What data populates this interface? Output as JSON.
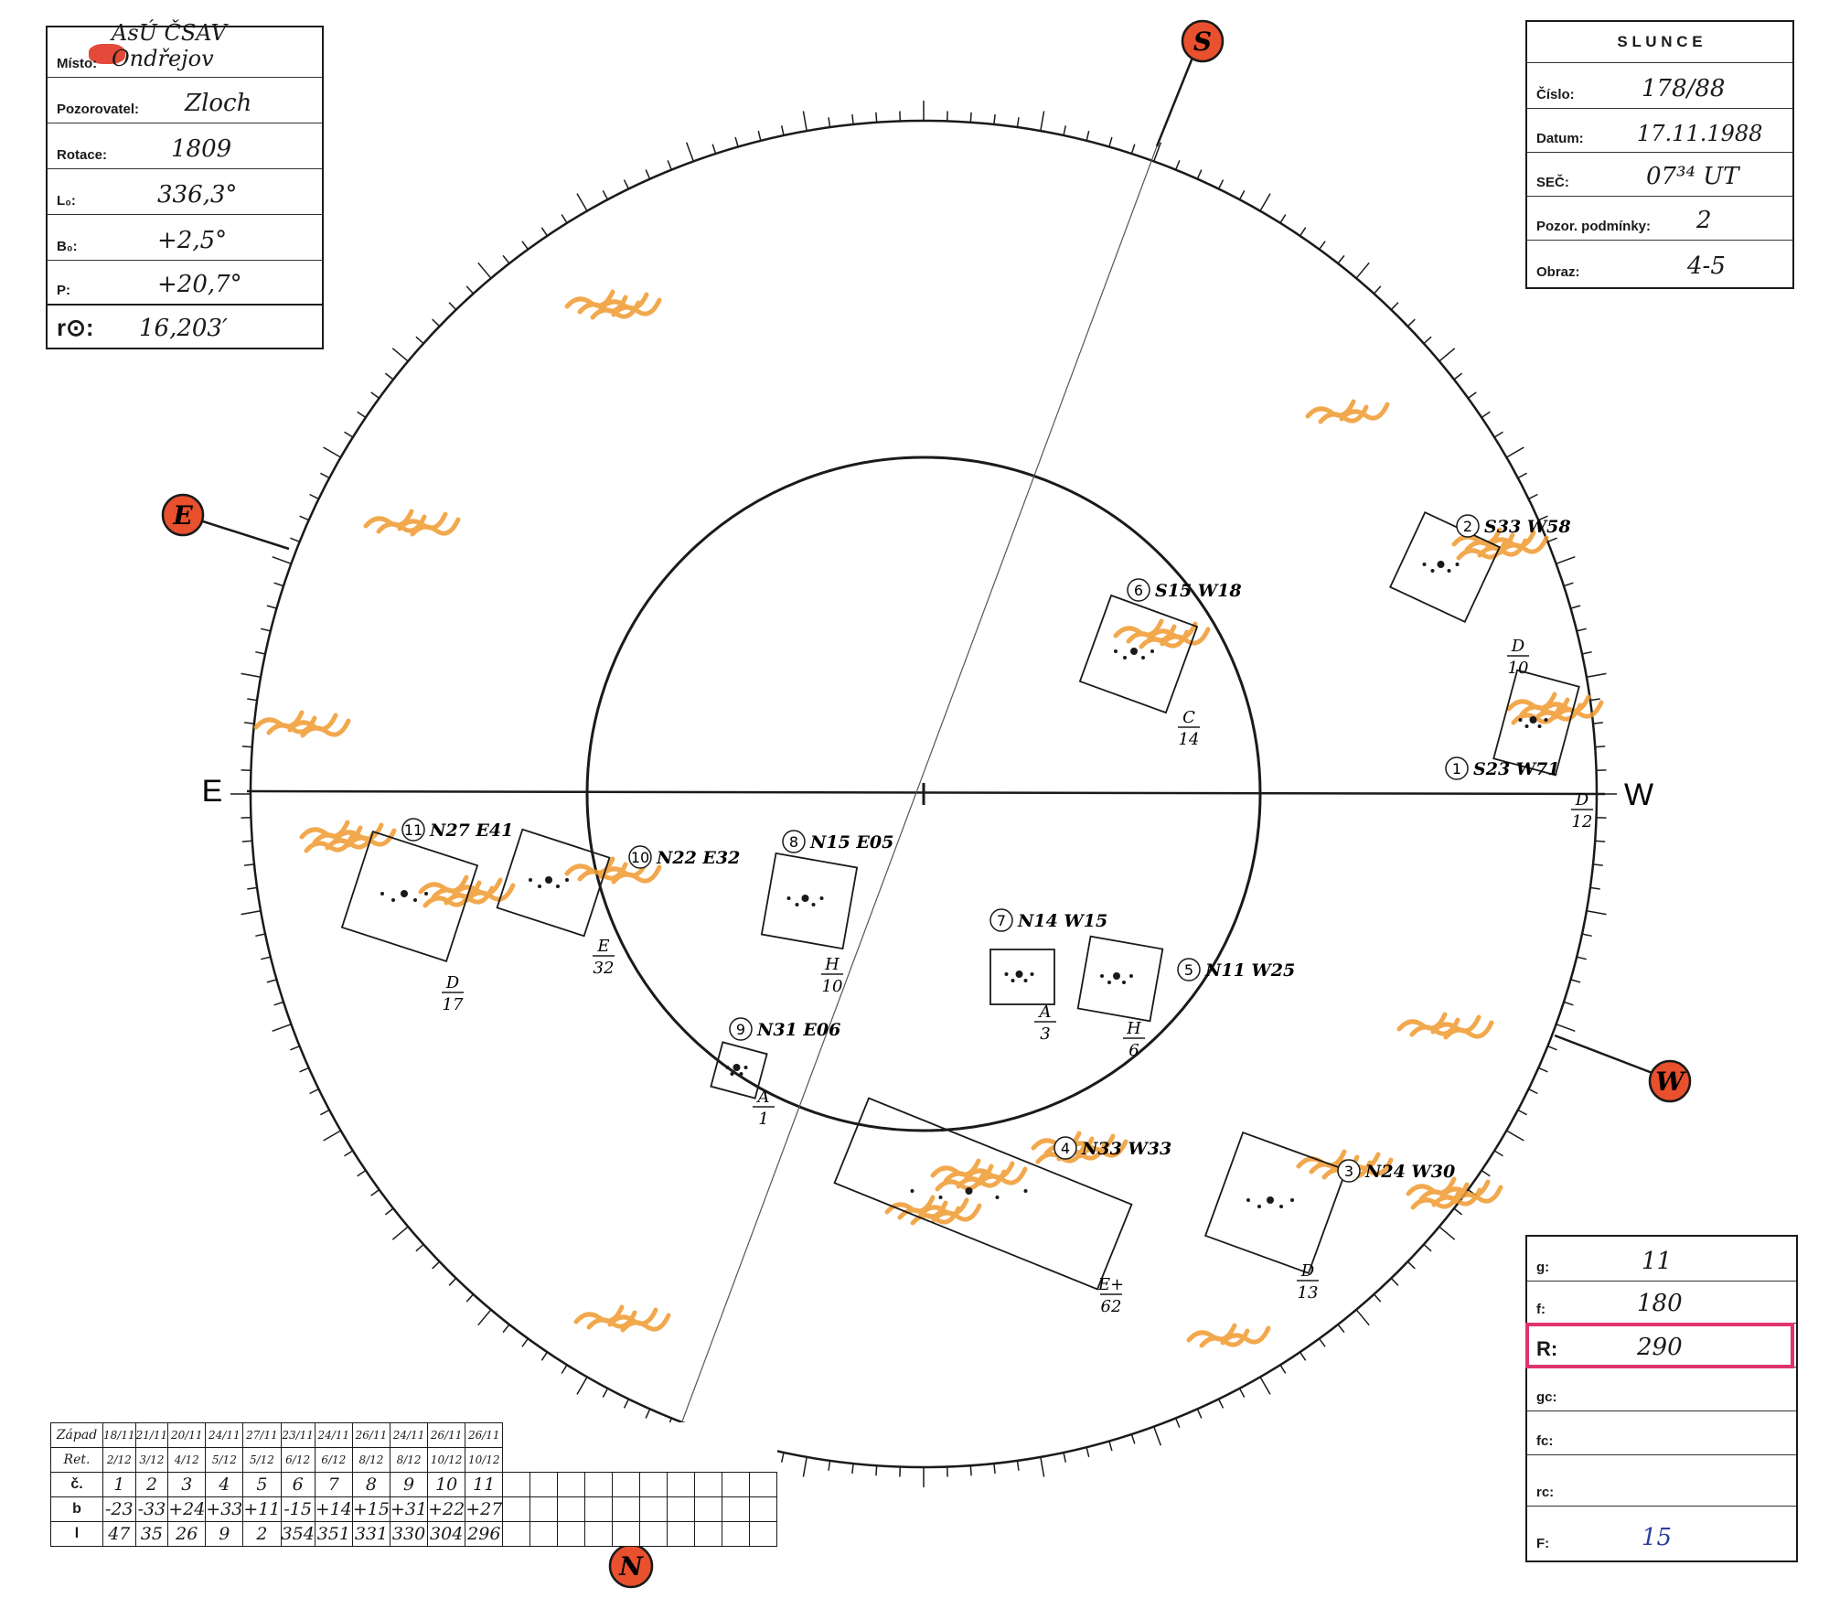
{
  "header_left": {
    "misto_label": "Místo:",
    "misto_value": "AsÚ ČSAV Ondřejov",
    "pozorovatel_label": "Pozorovatel:",
    "pozorovatel_value": "Zloch",
    "rotace_label": "Rotace:",
    "rotace_value": "1809",
    "l0_label": "L₀:",
    "l0_value": "336,3°",
    "b0_label": "B₀:",
    "b0_value": "+2,5°",
    "p_label": "P:",
    "p_value": "+20,7°",
    "r0_label": "r⊙:",
    "r0_value": "16,203′"
  },
  "header_right": {
    "title": "S L U N C E",
    "cislo_label": "Číslo:",
    "cislo_value": "178/88",
    "datum_label": "Datum:",
    "datum_value": "17.11.1988",
    "sec_label": "SEČ:",
    "sec_value": "07³⁴ UT",
    "pozor_label": "Pozor. podmínky:",
    "pozor_value": "2",
    "obraz_label": "Obraz:",
    "obraz_value": "4-5"
  },
  "stats": {
    "g_label": "g:",
    "g_value": "11",
    "f_label": "f:",
    "f_value": "180",
    "R_label": "R:",
    "R_value": "290",
    "gc_label": "gc:",
    "fc_label": "fc:",
    "rc_label": "rc:",
    "F_label": "F:",
    "F_value": "15",
    "highlight_color": "#e0336e"
  },
  "axes": {
    "east": "E",
    "west": "W"
  },
  "compass": {
    "S": "S",
    "E": "E",
    "W": "W",
    "N": "N",
    "color": "#e8502e"
  },
  "regions": [
    {
      "num": "1",
      "label": "S23 W71",
      "type": "D",
      "count": "12"
    },
    {
      "num": "2",
      "label": "S33 W58",
      "type": "D",
      "count": "10"
    },
    {
      "num": "3",
      "label": "N24 W30",
      "type": "D",
      "count": "13"
    },
    {
      "num": "4",
      "label": "N33 W33",
      "type": "E+",
      "count": "62"
    },
    {
      "num": "5",
      "label": "N11 W25",
      "type": "H",
      "count": "6"
    },
    {
      "num": "6",
      "label": "S15 W18",
      "type": "C",
      "count": "14"
    },
    {
      "num": "7",
      "label": "N14 W15",
      "type": "A",
      "count": "3"
    },
    {
      "num": "8",
      "label": "N15 E05",
      "type": "H",
      "count": "10"
    },
    {
      "num": "9",
      "label": "N31 E06",
      "type": "A",
      "count": "1"
    },
    {
      "num": "10",
      "label": "N22 E32",
      "type": "E",
      "count": "32"
    },
    {
      "num": "11",
      "label": "N27 E41",
      "type": "D",
      "count": "17"
    }
  ],
  "table": {
    "zapad_label": "Západ",
    "ret_label": "Ret.",
    "c_label": "č.",
    "b_label": "b",
    "l_label": "l",
    "zapad": [
      "18/11",
      "21/11",
      "20/11",
      "24/11",
      "27/11",
      "23/11",
      "24/11",
      "26/11",
      "24/11",
      "26/11",
      "26/11"
    ],
    "ret": [
      "2/12",
      "3/12",
      "4/12",
      "5/12",
      "5/12",
      "6/12",
      "6/12",
      "8/12",
      "8/12",
      "10/12",
      "10/12"
    ],
    "c": [
      "1",
      "2",
      "3",
      "4",
      "5",
      "6",
      "7",
      "8",
      "9",
      "10",
      "11"
    ],
    "b": [
      "-23",
      "-33",
      "+24",
      "+33",
      "+11",
      "-15",
      "+14",
      "+15",
      "+31",
      "+22",
      "+27"
    ],
    "l": [
      "47",
      "35",
      "26",
      "9",
      "2",
      "354",
      "351",
      "331",
      "330",
      "304",
      "296"
    ]
  }
}
